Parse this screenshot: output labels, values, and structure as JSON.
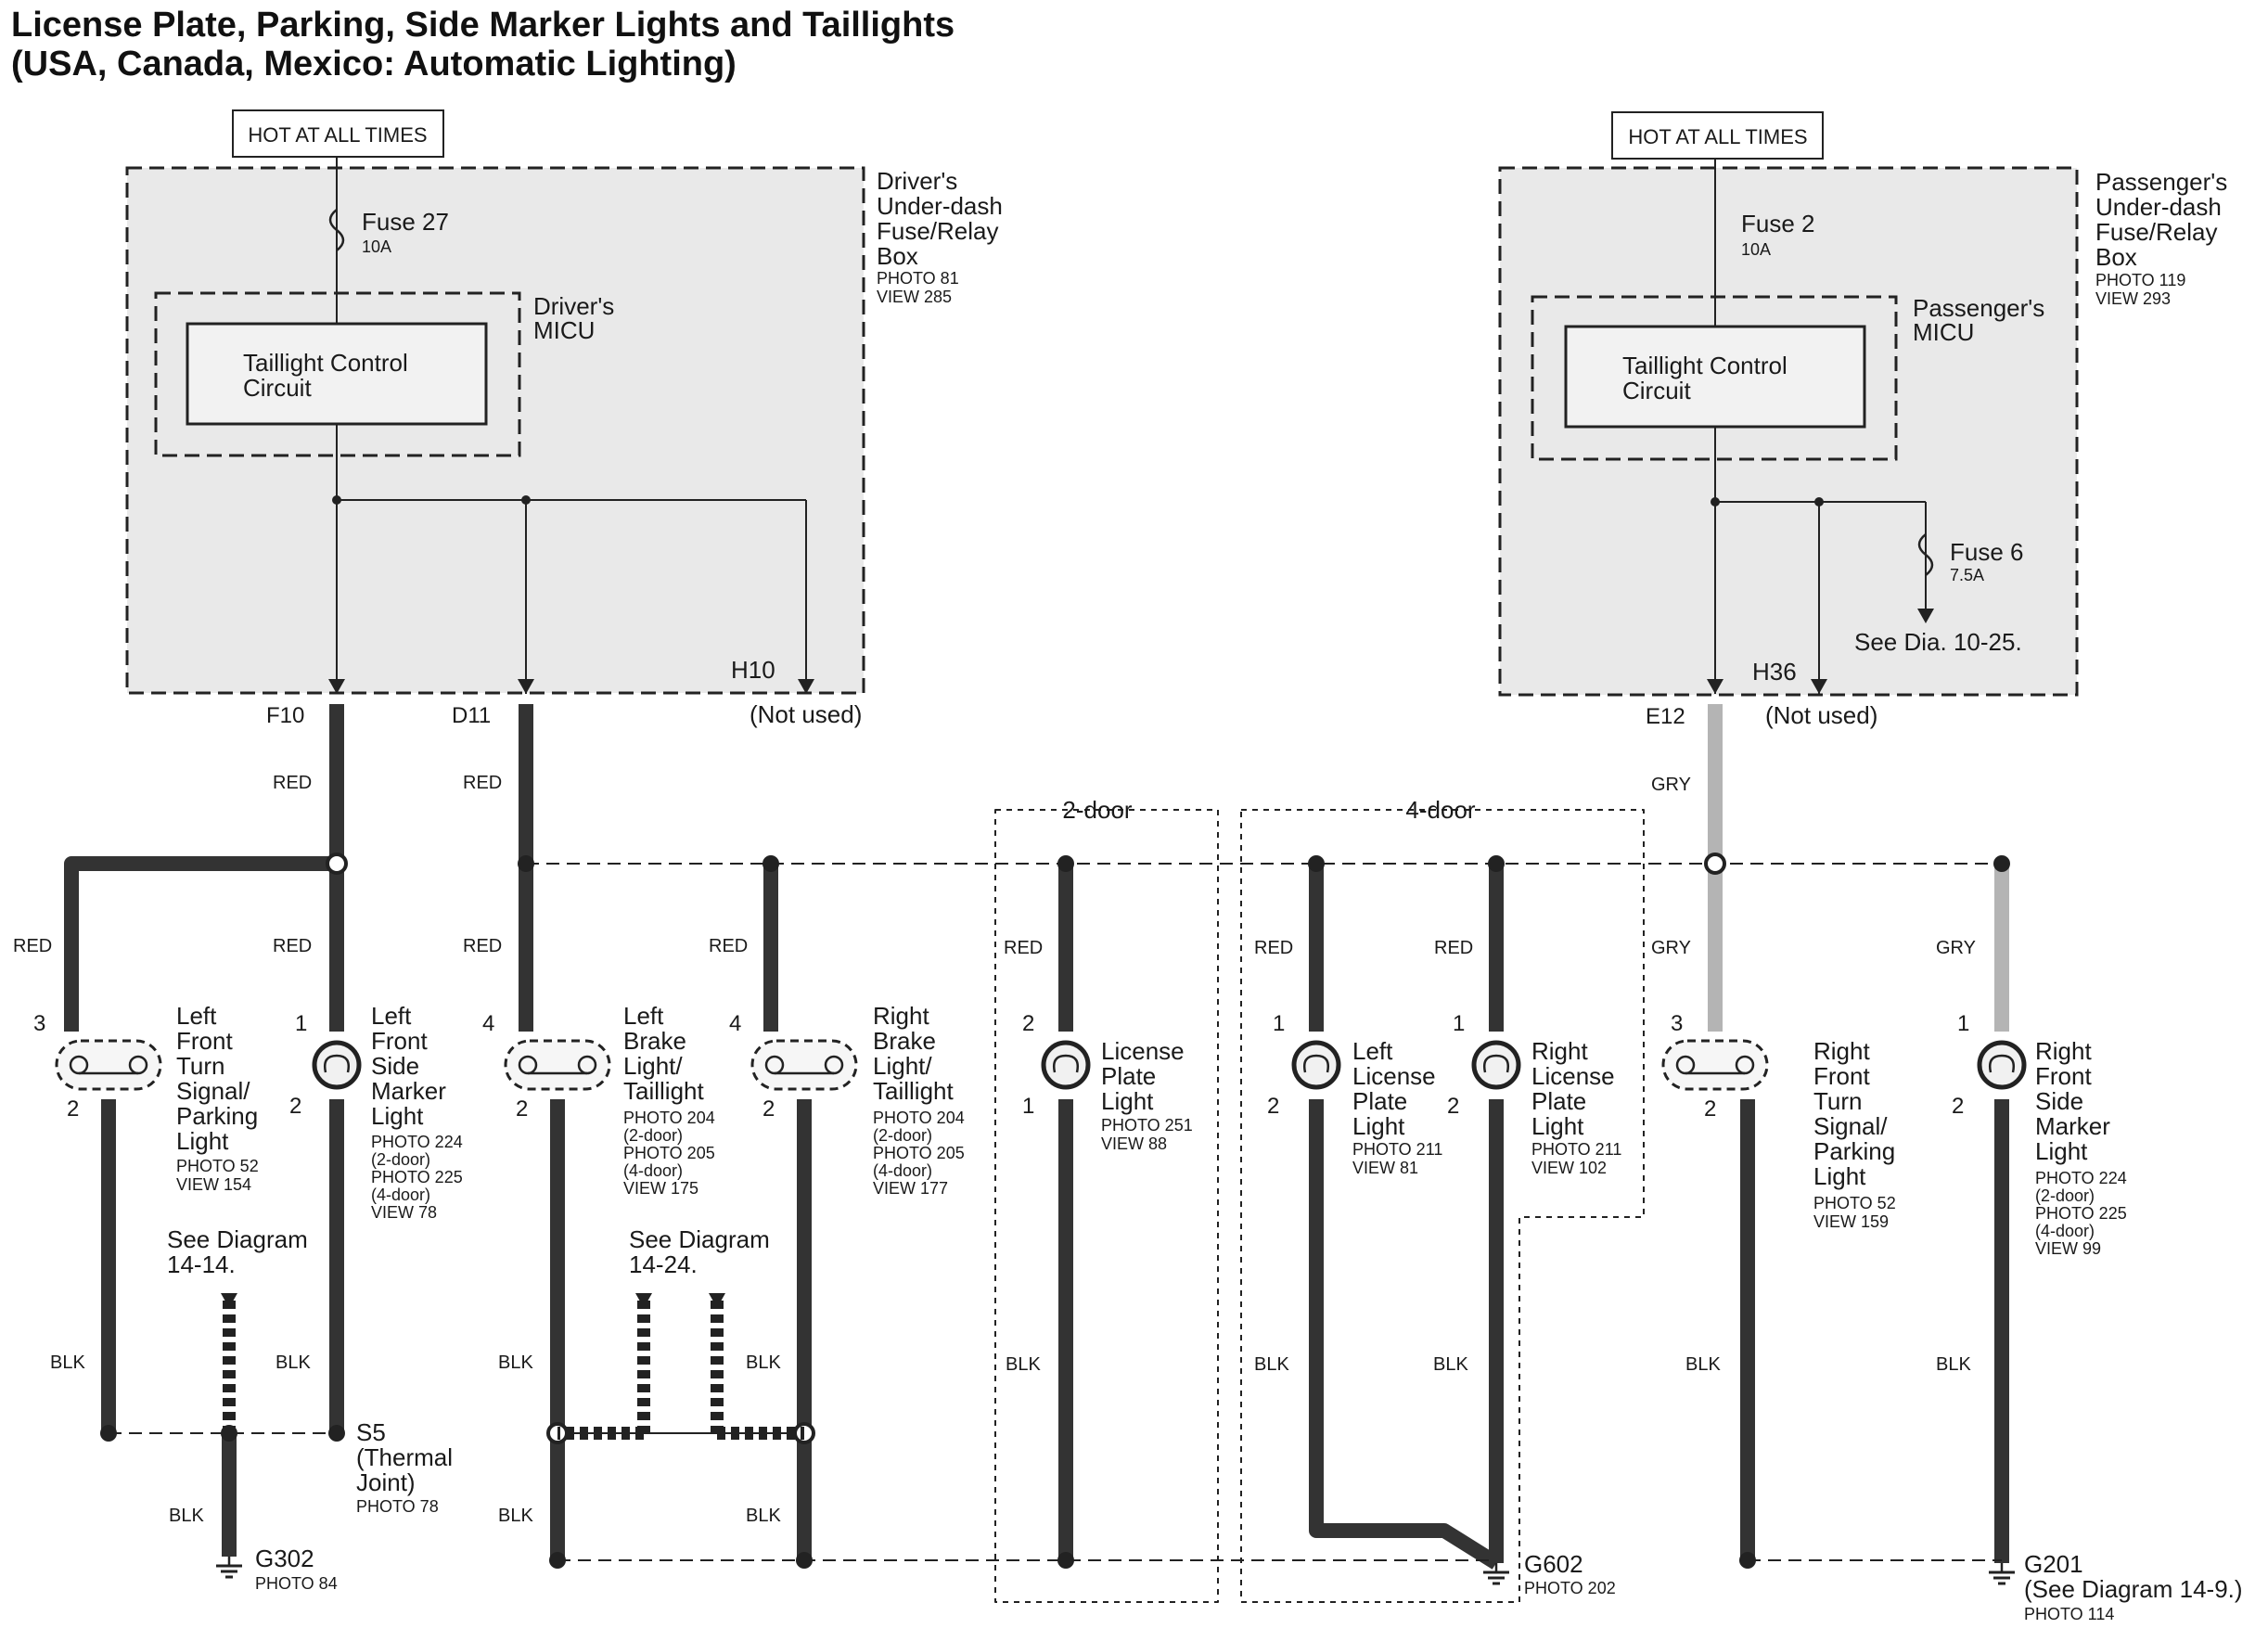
{
  "title": {
    "line1": "License Plate, Parking, Side Marker Lights and Taillights",
    "line2": "(USA, Canada, Mexico: Automatic Lighting)"
  },
  "colors": {
    "box_fill": "#e9e9e9",
    "wire_dark": "#333333",
    "wire_gray": "#b4b4b4",
    "line": "#222222"
  },
  "hot_left": "HOT AT ALL TIMES",
  "hot_right": "HOT AT ALL TIMES",
  "driver_box": {
    "l1": "Driver's",
    "l2": "Under-dash",
    "l3": "Fuse/Relay",
    "l4": "Box",
    "photo": "PHOTO 81",
    "view": "VIEW 285"
  },
  "passenger_box": {
    "l1": "Passenger's",
    "l2": "Under-dash",
    "l3": "Fuse/Relay",
    "l4": "Box",
    "photo": "PHOTO 119",
    "view": "VIEW 293"
  },
  "fuse27": {
    "name": "Fuse 27",
    "rating": "10A"
  },
  "fuse2": {
    "name": "Fuse 2",
    "rating": "10A"
  },
  "fuse6": {
    "name": "Fuse 6",
    "rating": "7.5A"
  },
  "see_dia_1025": "See Dia. 10-25.",
  "driver_micu": {
    "l1": "Driver's",
    "l2": "MICU"
  },
  "passenger_micu": {
    "l1": "Passenger's",
    "l2": "MICU"
  },
  "tcc_left": {
    "l1": "Taillight Control",
    "l2": "Circuit"
  },
  "tcc_right": {
    "l1": "Taillight Control",
    "l2": "Circuit"
  },
  "terminals": {
    "f10": "F10",
    "d11": "D11",
    "h10": "H10",
    "e12": "E12",
    "h36": "H36"
  },
  "not_used": "(Not used)",
  "wire_colors": {
    "red": "RED",
    "blk": "BLK",
    "gry": "GRY"
  },
  "door2": "2-door",
  "door4": "4-door",
  "pins": {
    "p1": "1",
    "p2": "2",
    "p3": "3",
    "p4": "4"
  },
  "comp_lf_turn": {
    "l1": "Left",
    "l2": "Front",
    "l3": "Turn",
    "l4": "Signal/",
    "l5": "Parking",
    "l6": "Light",
    "photo": "PHOTO 52",
    "view": "VIEW 154"
  },
  "comp_lf_marker": {
    "l1": "Left",
    "l2": "Front",
    "l3": "Side",
    "l4": "Marker",
    "l5": "Light",
    "photo1": "PHOTO 224",
    "d1": "(2-door)",
    "photo2": "PHOTO 225",
    "d2": "(4-door)",
    "view": "VIEW 78"
  },
  "comp_l_brake": {
    "l1": "Left",
    "l2": "Brake",
    "l3": "Light/",
    "l4": "Taillight",
    "photo1": "PHOTO 204",
    "d1": "(2-door)",
    "photo2": "PHOTO 205",
    "d2": "(4-door)",
    "view": "VIEW 175"
  },
  "comp_r_brake": {
    "l1": "Right",
    "l2": "Brake",
    "l3": "Light/",
    "l4": "Taillight",
    "photo1": "PHOTO 204",
    "d1": "(2-door)",
    "photo2": "PHOTO 205",
    "d2": "(4-door)",
    "view": "VIEW 177"
  },
  "comp_lp": {
    "l1": "License",
    "l2": "Plate",
    "l3": "Light",
    "photo": "PHOTO 251",
    "view": "VIEW 88"
  },
  "comp_llp": {
    "l1": "Left",
    "l2": "License",
    "l3": "Plate",
    "l4": "Light",
    "photo": "PHOTO 211",
    "view": "VIEW 81"
  },
  "comp_rlp": {
    "l1": "Right",
    "l2": "License",
    "l3": "Plate",
    "l4": "Light",
    "photo": "PHOTO 211",
    "view": "VIEW 102"
  },
  "comp_rf_turn": {
    "l1": "Right",
    "l2": "Front",
    "l3": "Turn",
    "l4": "Signal/",
    "l5": "Parking",
    "l6": "Light",
    "photo": "PHOTO 52",
    "view": "VIEW 159"
  },
  "comp_rf_marker": {
    "l1": "Right",
    "l2": "Front",
    "l3": "Side",
    "l4": "Marker",
    "l5": "Light",
    "photo1": "PHOTO 224",
    "d1": "(2-door)",
    "photo2": "PHOTO 225",
    "d2": "(4-door)",
    "view": "VIEW 99"
  },
  "see_1414": {
    "l1": "See Diagram",
    "l2": "14-14."
  },
  "see_1424": {
    "l1": "See Diagram",
    "l2": "14-24."
  },
  "s5": {
    "l1": "S5",
    "l2": "(Thermal",
    "l3": "Joint)",
    "photo": "PHOTO 78"
  },
  "g302": {
    "name": "G302",
    "photo": "PHOTO 84"
  },
  "g602": {
    "name": "G602",
    "photo": "PHOTO 202"
  },
  "g201": {
    "name": "G201",
    "note": "(See Diagram 14-9.)",
    "photo": "PHOTO 114"
  }
}
